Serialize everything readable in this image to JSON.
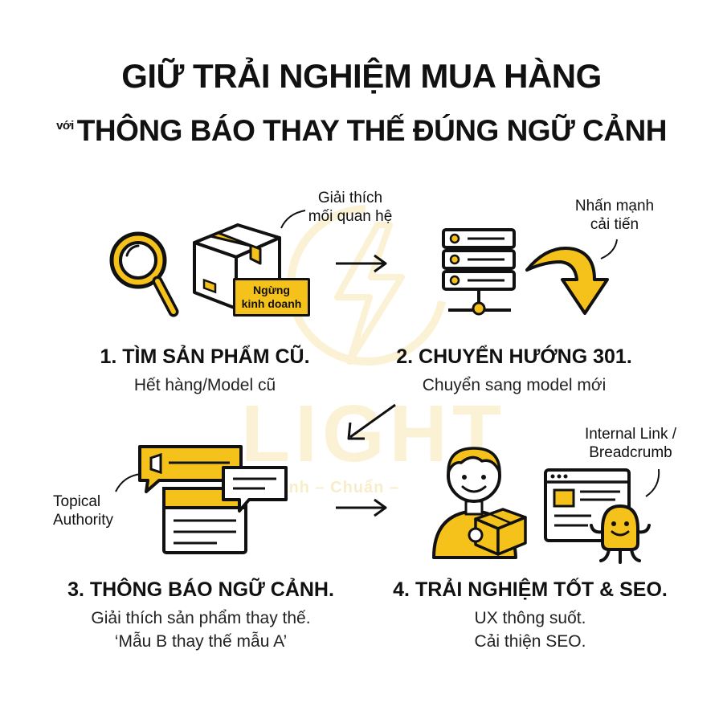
{
  "title": {
    "line1": "GIỮ TRẢI NGHIỆM MUA HÀNG",
    "line2_prefix": "với",
    "line2": "THÔNG BÁO THAY THẾ ĐÚNG NGỮ CẢNH"
  },
  "watermark": {
    "brand": "LIGHT",
    "tagline": "– Nhanh – Chuẩn –"
  },
  "steps": [
    {
      "title": "1. TÌM SẢN PHẨM CŨ.",
      "desc": [
        "Hết hàng/Model cũ"
      ],
      "tag": [
        "Ngừng",
        "kinh doanh"
      ],
      "note": [
        "Giải thích",
        "mối quan hệ"
      ]
    },
    {
      "title": "2. CHUYỂN HƯỚNG 301.",
      "desc": [
        "Chuyển sang model mới"
      ],
      "note": [
        "Nhấn mạnh",
        "cải tiến"
      ]
    },
    {
      "title": "3. THÔNG BÁO NGỮ CẢNH.",
      "desc": [
        "Giải thích sản phẩm thay thế.",
        "‘Mẫu B thay thế mẫu A’"
      ],
      "note": [
        "Topical",
        "Authority"
      ]
    },
    {
      "title": "4. TRẢI NGHIỆM TỐT & SEO.",
      "desc": [
        "UX thông suốt.",
        "Cải thiện SEO."
      ],
      "note": [
        "Internal Link /",
        "Breadcrumb"
      ]
    }
  ],
  "colors": {
    "accent": "#f5c21b",
    "line": "#111111",
    "watermark": "#fbf1d4"
  },
  "icons": [
    "magnifier-icon",
    "box-icon",
    "server-icon",
    "curved-arrow-icon",
    "chat-bubbles-icon",
    "person-with-box-icon",
    "browser-window-icon",
    "robot-mascot-icon"
  ]
}
